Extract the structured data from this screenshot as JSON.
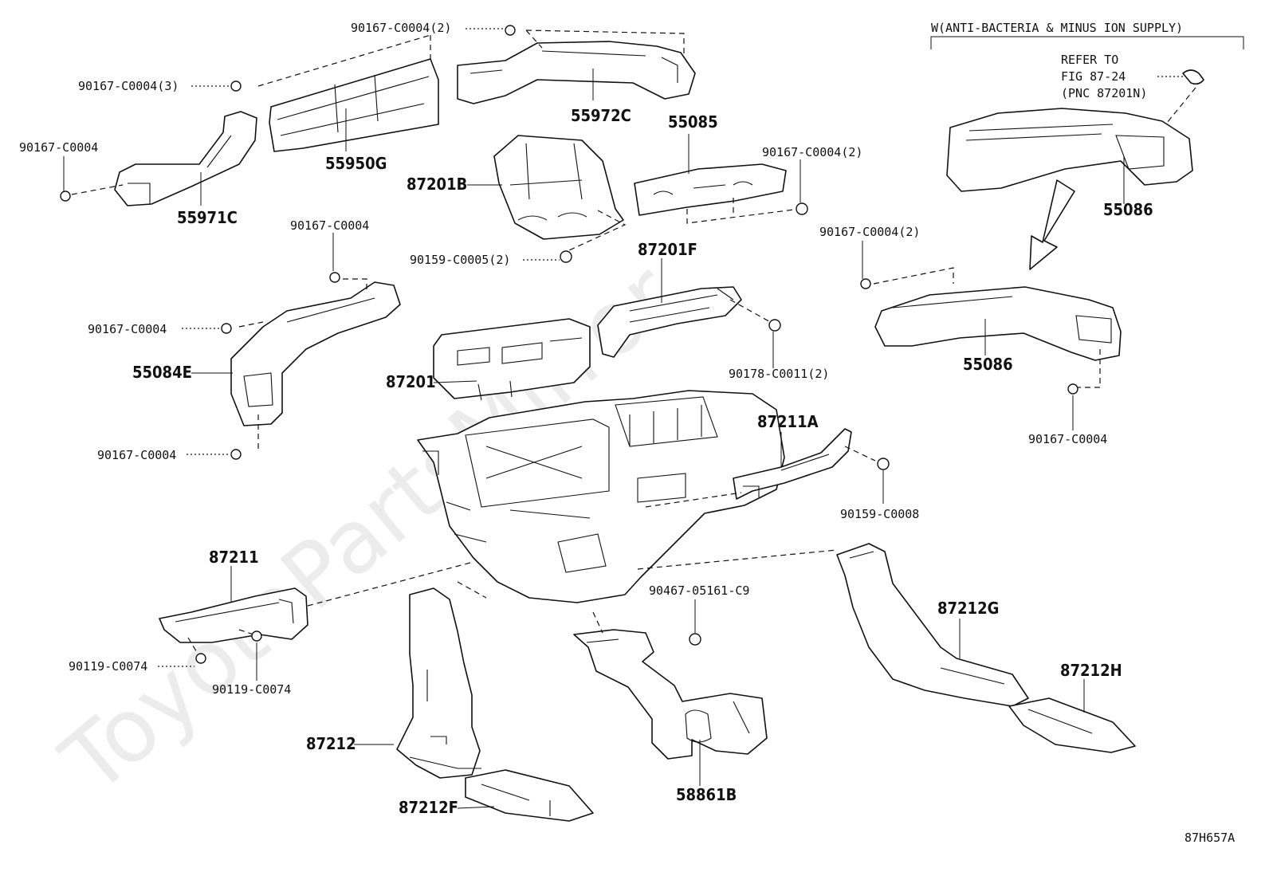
{
  "watermark": "ToyotaPartsMirror",
  "figure_code": "87H657A",
  "variant_note": "W(ANTI-BACTERIA & MINUS ION SUPPLY)",
  "refer_note": [
    "REFER TO",
    "FIG 87-24",
    "(PNC 87201N)"
  ],
  "labels": {
    "p_90167_c0004_2_top": "90167-C0004(2)",
    "p_90167_c0004_3": "90167-C0004(3)",
    "p_90167_c0004_left": "90167-C0004",
    "p_55972c": "55972C",
    "p_55950g": "55950G",
    "p_55971c": "55971C",
    "p_55085": "55085",
    "p_90167_c0004_2_mid": "90167-C0004(2)",
    "p_87201b": "87201B",
    "p_90159_c0005_2": "90159-C0005(2)",
    "p_90167_c0004_b": "90167-C0004",
    "p_87201f": "87201F",
    "p_55086_top": "55086",
    "p_90167_c0004_2_right": "90167-C0004(2)",
    "p_90167_c0004_c": "90167-C0004",
    "p_55084e": "55084E",
    "p_87201": "87201",
    "p_90178_c0011_2": "90178-C0011(2)",
    "p_55086_mid": "55086",
    "p_90167_c0004_d": "90167-C0004",
    "p_87211a": "87211A",
    "p_90167_c0004_e": "90167-C0004",
    "p_90159_c0008": "90159-C0008",
    "p_87211": "87211",
    "p_90467_05161_c9": "90467-05161-C9",
    "p_87212g": "87212G",
    "p_90119_c0074_a": "90119-C0074",
    "p_90119_c0074_b": "90119-C0074",
    "p_87212h": "87212H",
    "p_87212": "87212",
    "p_58861b": "58861B",
    "p_87212f": "87212F"
  }
}
